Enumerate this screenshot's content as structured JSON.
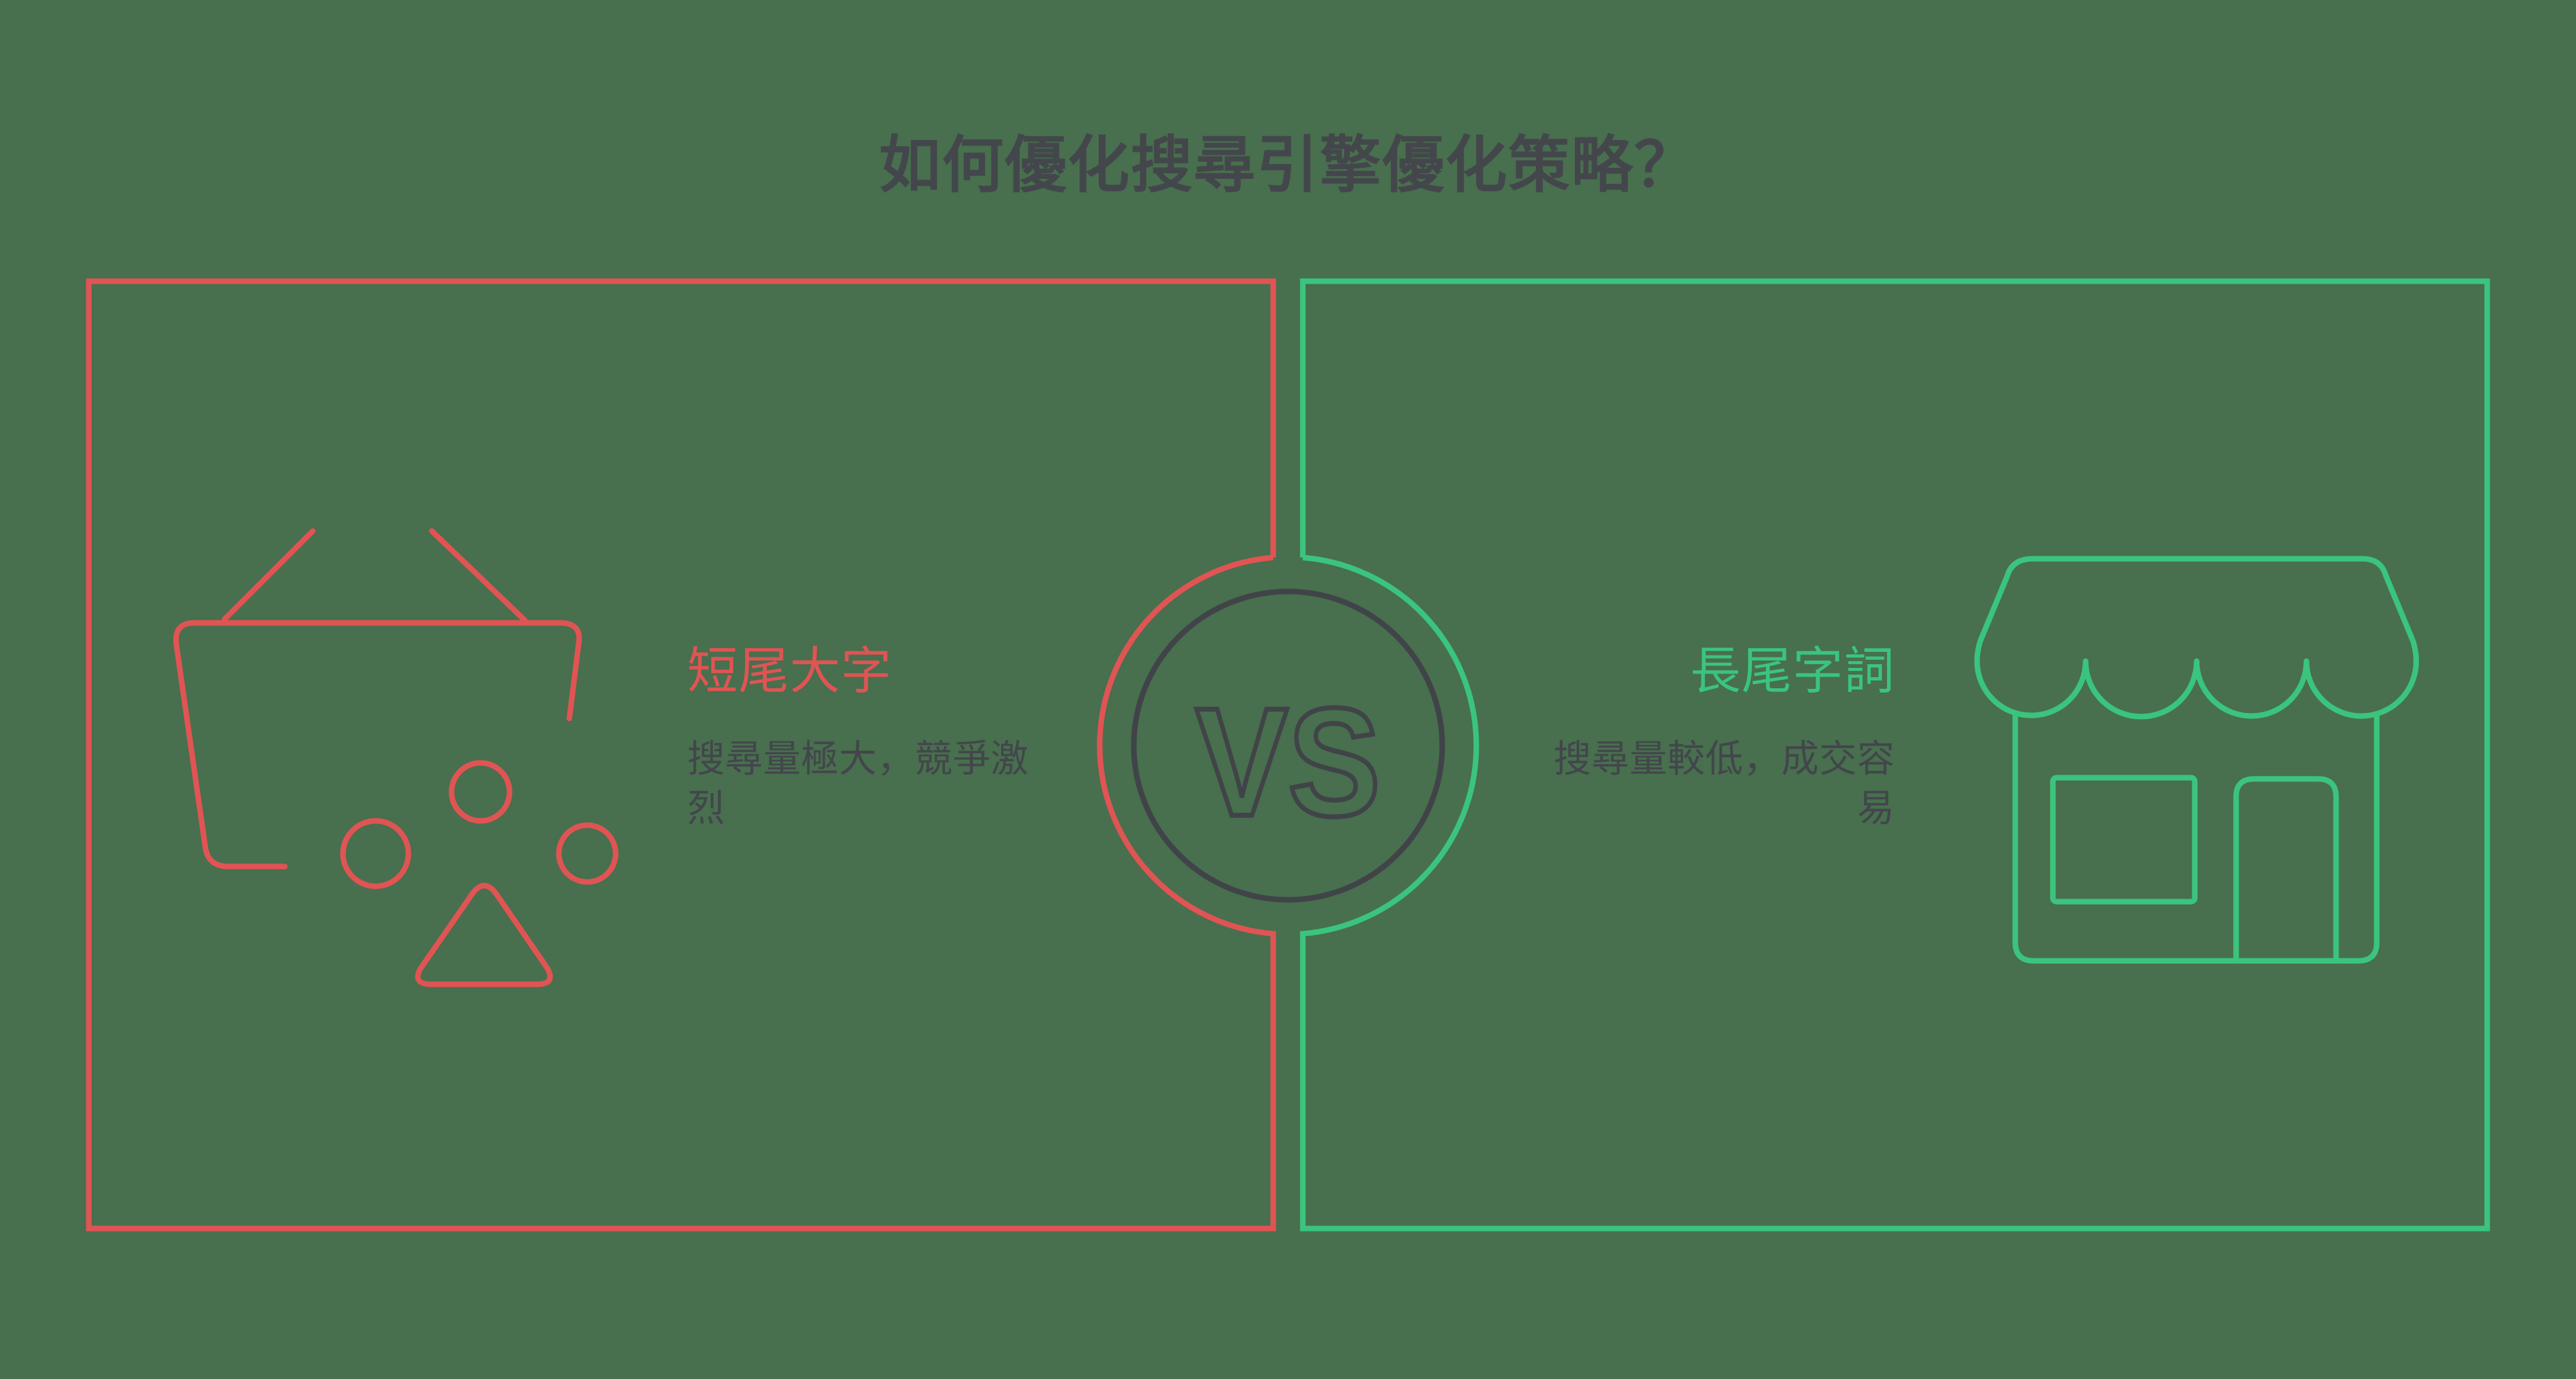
{
  "title": "如何優化搜尋引擎優化策略？",
  "vs_badge": {
    "label": "VS"
  },
  "left_panel": {
    "label": "短尾大字",
    "description": "搜尋量極大，競爭激烈",
    "icon": "shopping-basket-icon",
    "accent_color": "#E05454"
  },
  "right_panel": {
    "label": "長尾字詞",
    "description": "搜尋量較低，成交容易",
    "icon": "storefront-icon",
    "accent_color": "#3AC47E"
  },
  "colors": {
    "background": "#486F4E",
    "ink": "#404448",
    "red": "#E05454",
    "green": "#3AC47E"
  }
}
